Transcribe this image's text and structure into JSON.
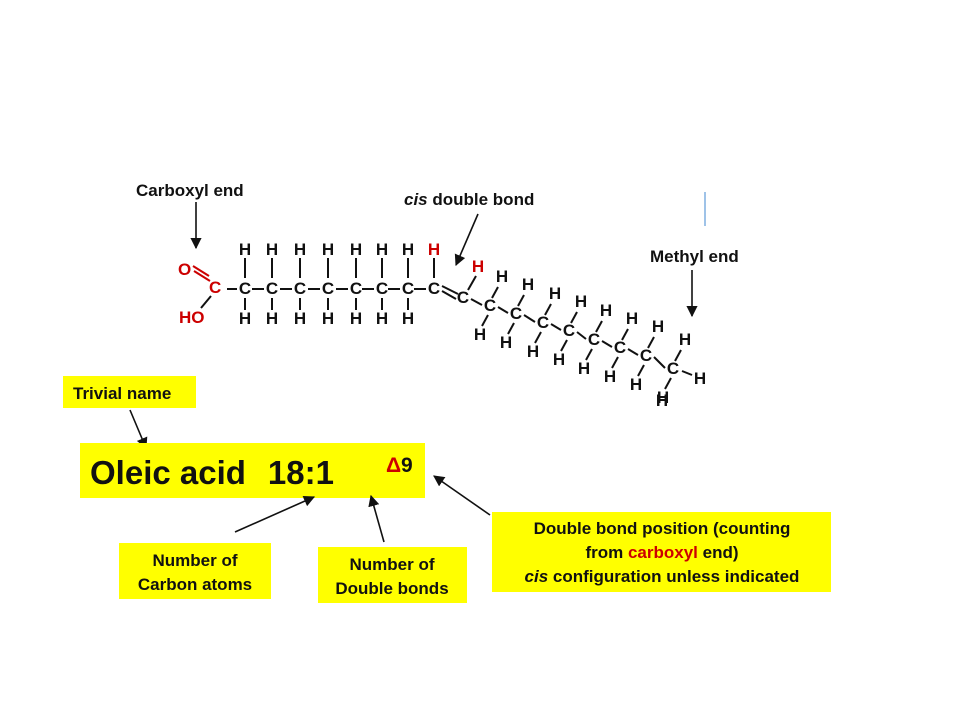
{
  "labels": {
    "carboxyl_end": "Carboxyl end",
    "cis_word": "cis",
    "double_bond_rest": " double bond",
    "methyl_end": "Methyl end"
  },
  "molecule": {
    "carbonyl_o": "O",
    "hydroxyl": "HO",
    "carbon": "C",
    "hydrogen": "H"
  },
  "boxes": {
    "trivial_name": "Trivial name",
    "oleic_name": "Oleic acid",
    "ratio": "18:1",
    "delta": "Δ",
    "position": "9",
    "carbon_atoms_line1": "Number of",
    "carbon_atoms_line2": "Carbon atoms",
    "double_bonds_line1": "Number of",
    "double_bonds_line2": "Double bonds",
    "position_line1": "Double bond position (counting",
    "position_line2_pre": "from ",
    "position_line2_red": "carboxyl",
    "position_line2_post": " end)",
    "position_line3_cis": "cis",
    "position_line3_rest": " configuration unless indicated"
  },
  "colors": {
    "highlight": "#ffff00",
    "accent_red": "#cc0000",
    "ink": "#111111"
  }
}
